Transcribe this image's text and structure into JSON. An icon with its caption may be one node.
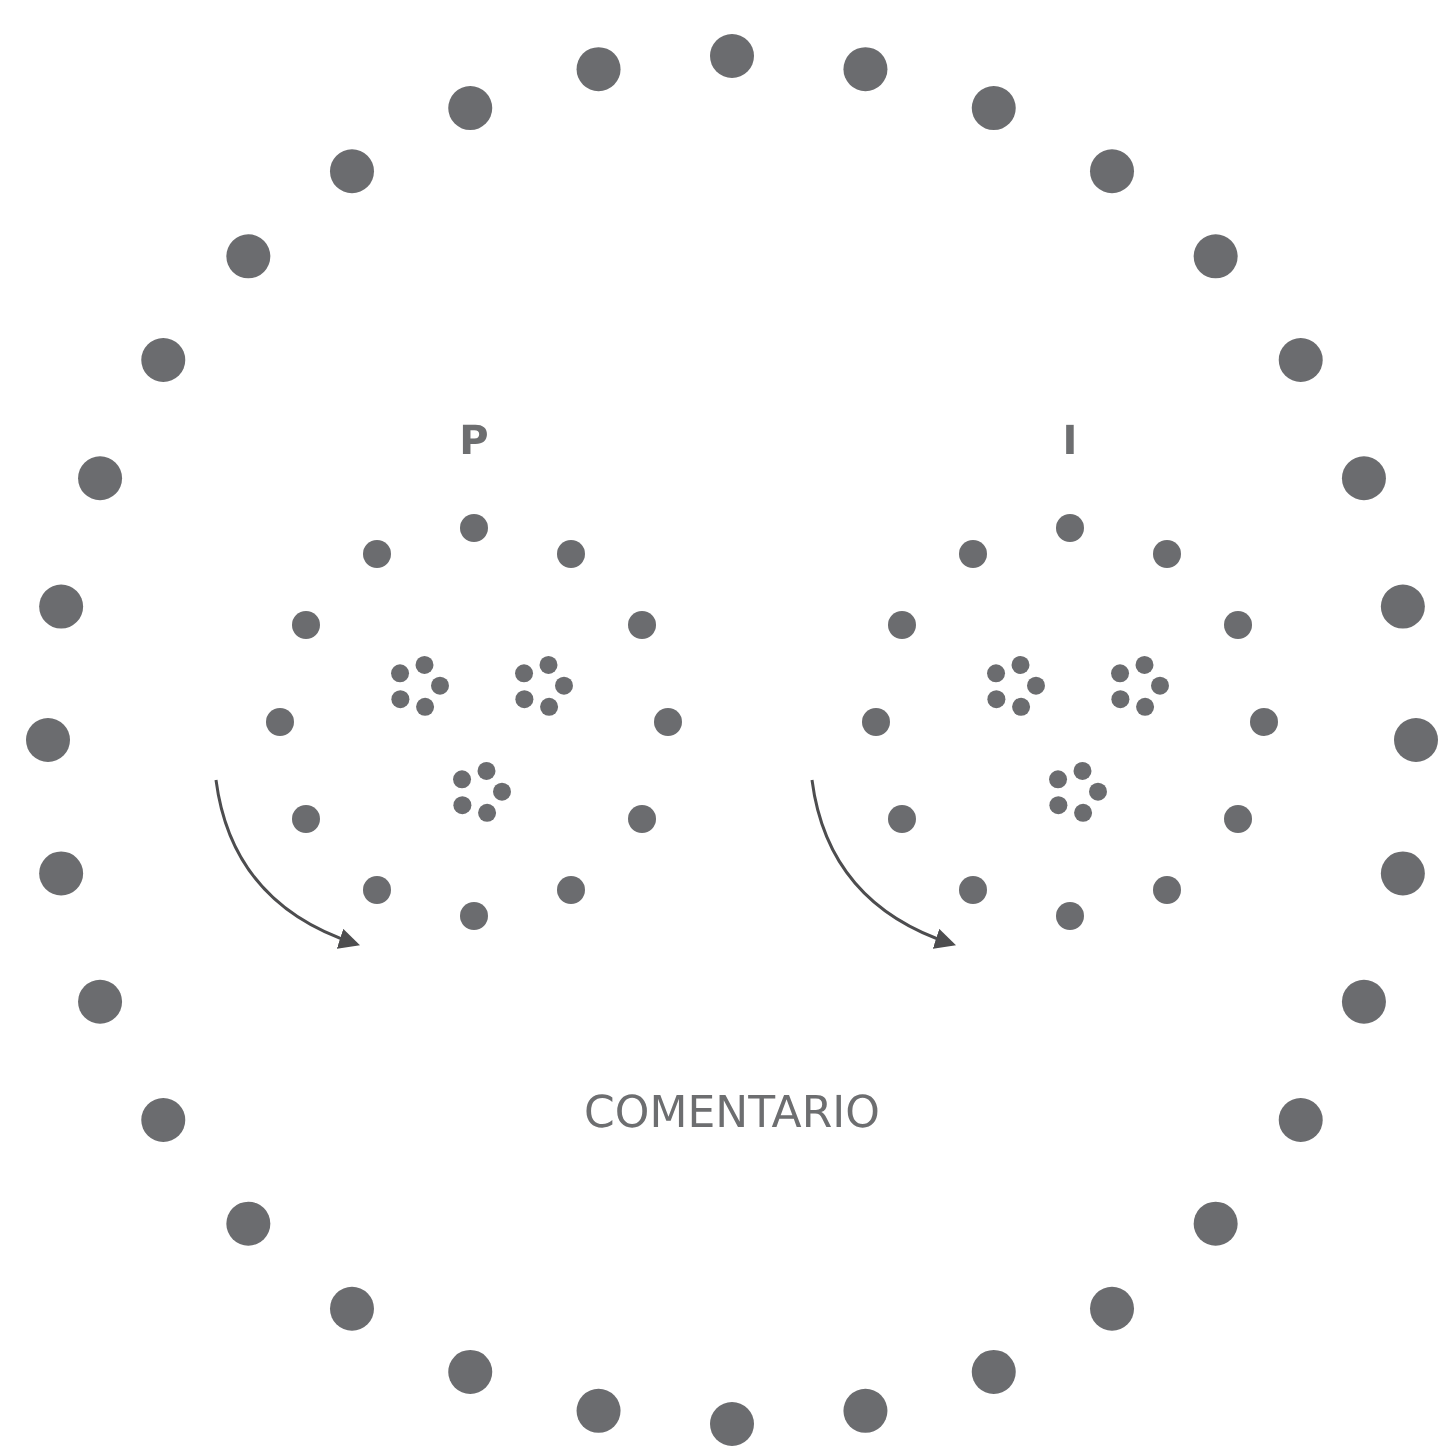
{
  "diagram": {
    "nodes": [
      {
        "text": [
          "COMENTARIO"
        ]
      },
      {
        "text": [
          "P"
        ],
        "in": 0
      },
      {
        "text": [
          "I"
        ],
        "in": 0
      },
      {
        "text": [],
        "shape": "circle",
        "in": 1
      },
      {
        "text": [],
        "shape": "circle",
        "in": 1
      },
      {
        "text": [],
        "shape": "circle",
        "in": 1
      },
      {
        "text": [],
        "shape": "circle",
        "in": 2
      },
      {
        "text": [],
        "shape": "circle",
        "in": 2
      },
      {
        "text": [],
        "shape": "circle",
        "in": 2
      }
    ],
    "edges": []
  }
}
